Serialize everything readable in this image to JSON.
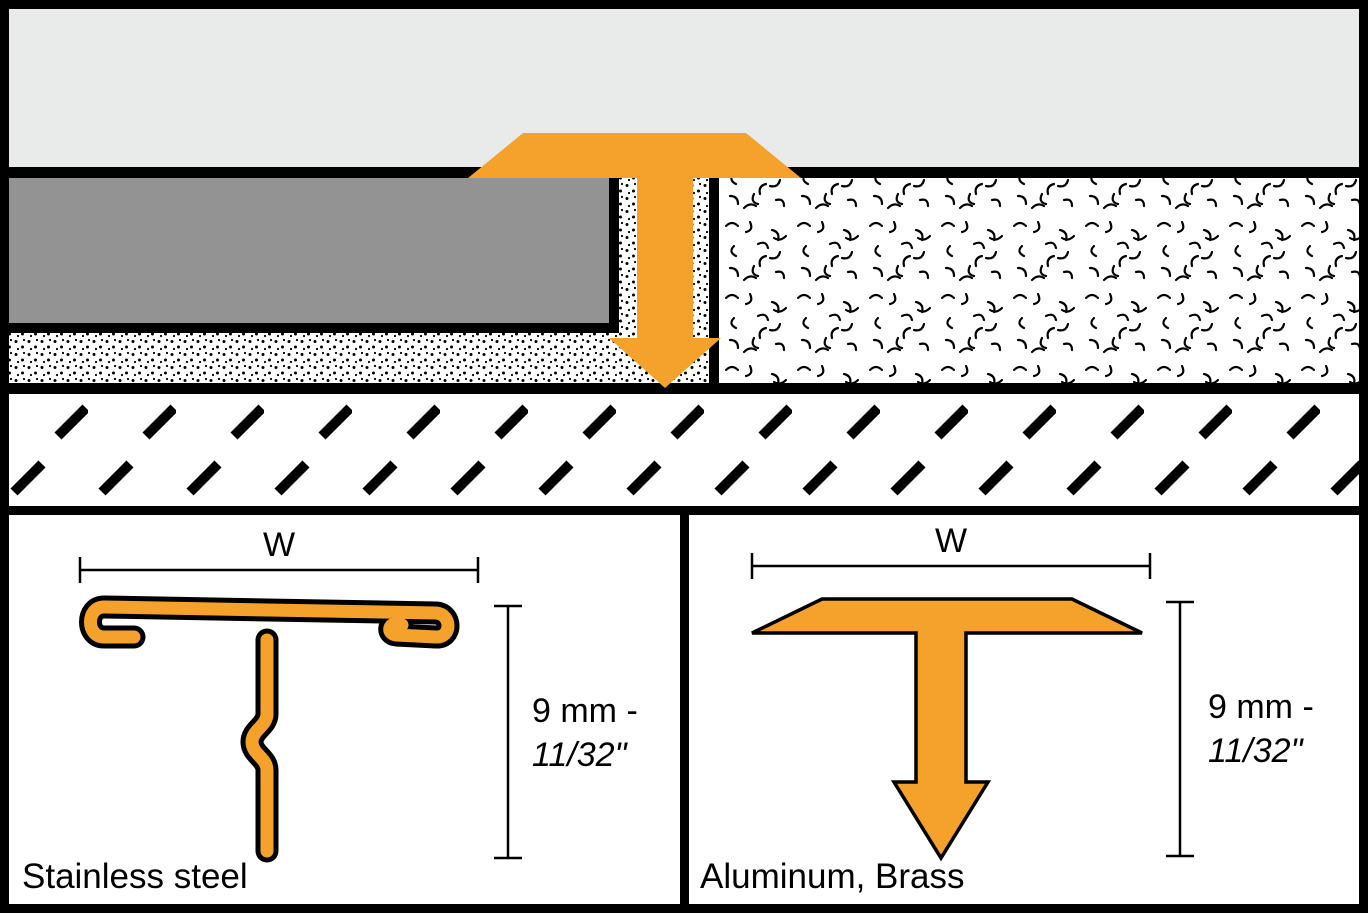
{
  "panels": {
    "left": {
      "material": "Stainless steel",
      "width_label": "W",
      "height_line1": "9 mm -",
      "height_line2": "11/32\""
    },
    "right": {
      "material": "Aluminum, Brass",
      "width_label": "W",
      "height_line1": "9 mm -",
      "height_line2": "11/32\""
    }
  },
  "colors": {
    "profile_orange": "#F5A22C",
    "tile_gray": "#939393",
    "sky_gray": "#E9EBEA",
    "outline_black": "#000000"
  }
}
